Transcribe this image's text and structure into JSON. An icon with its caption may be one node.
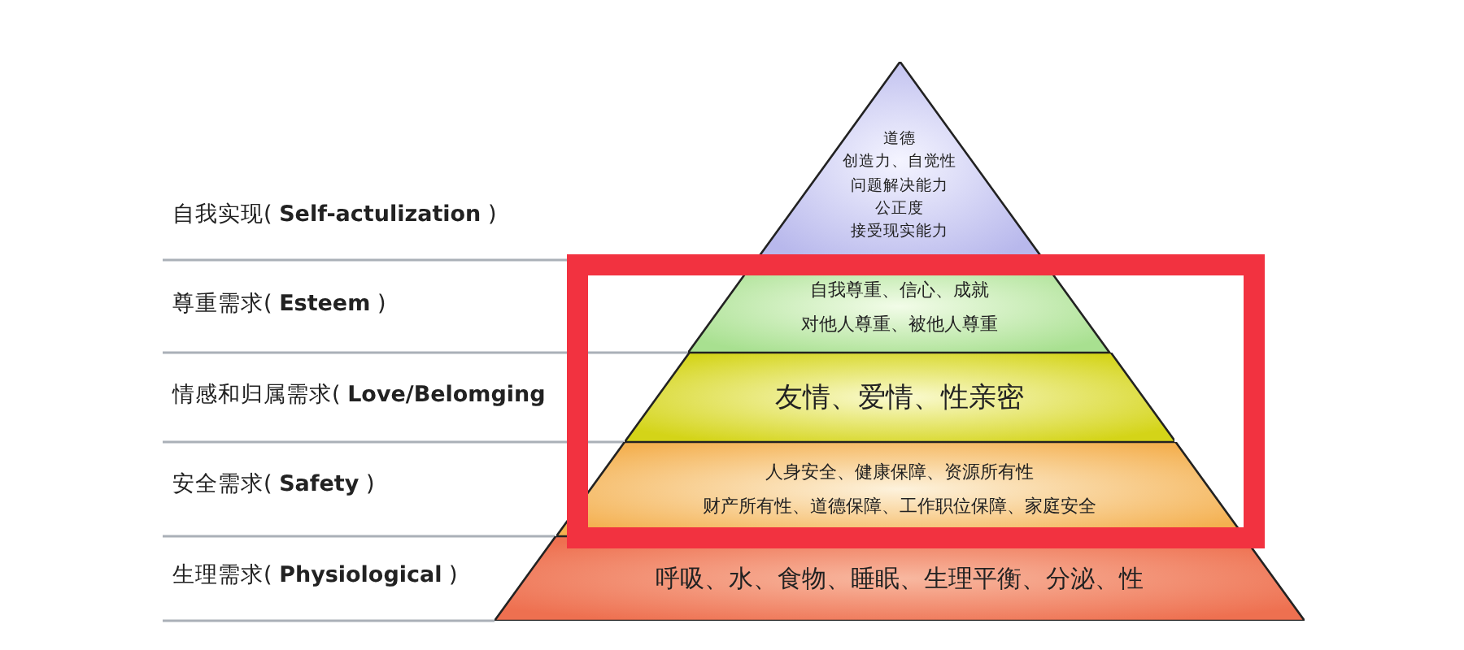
{
  "diagram": {
    "nodes": [
      {
        "text": [
          "道德",
          "创造力、自觉性",
          "问题解决能力",
          "公正度",
          "接受现实能力"
        ]
      },
      {
        "text": [
          "自我尊重、信心、成就",
          "对他人尊重、被他人尊重"
        ]
      },
      {
        "text": [
          "友情、爱情、性亲密"
        ]
      },
      {
        "text": [
          "人身安全、健康保障、资源所有性",
          "财产所有性、道德保障、工作职位保障、家庭安全"
        ]
      },
      {
        "text": [
          "呼吸、水、食物、睡眠、生理平衡、分泌、性"
        ]
      }
    ],
    "labels": [
      "自我实现( **Self-actulization** )",
      "尊重需求( **Esteem** )",
      "情感和归属需求( **Love/Belomging**",
      "安全需求( **Safety** )",
      "生理需求( **Physiological** )"
    ]
  }
}
